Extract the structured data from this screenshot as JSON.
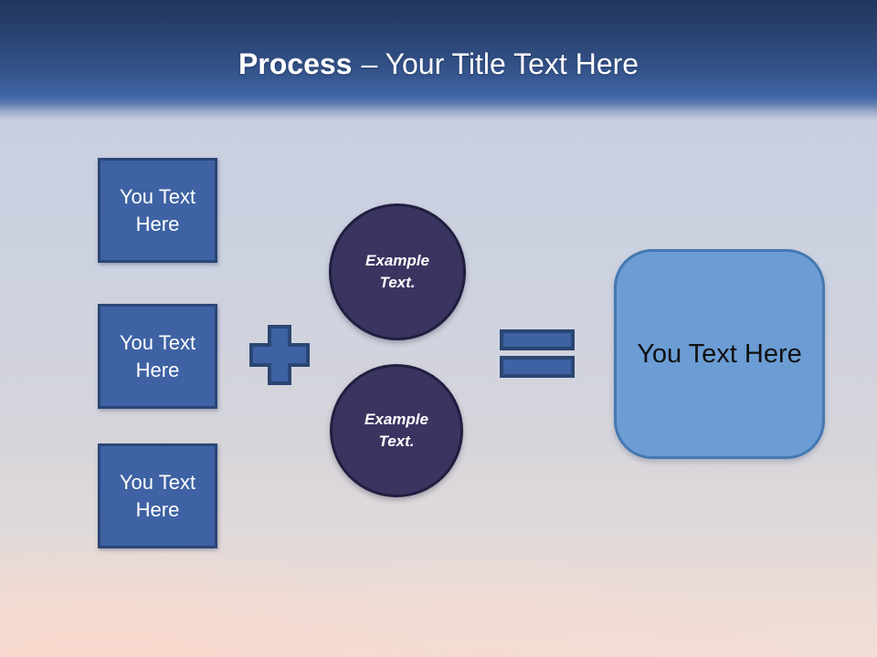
{
  "slide": {
    "title": {
      "bold": "Process",
      "rest": "– Your Title Text Here"
    }
  },
  "input_boxes": [
    {
      "label": "You Text Here"
    },
    {
      "label": "You Text Here"
    },
    {
      "label": "You Text Here"
    }
  ],
  "example_circles": [
    {
      "label": "Example Text."
    },
    {
      "label": "Example Text."
    }
  ],
  "operators": {
    "plus_icon": "plus-sign",
    "equals_icon": "equals-sign"
  },
  "result_box": {
    "label": "You Text Here"
  },
  "colors": {
    "header_top": "#21365e",
    "header_blue": "#3e63a5",
    "title_text": "#ffffff",
    "box_fill": "#3e62a3",
    "box_border": "#2b4677",
    "circle_fill": "#393560",
    "circle_border": "#211e40",
    "result_fill": "#6b9dd4",
    "result_border": "#4478b1",
    "result_text": "#111111",
    "background_top": "#c9cfdf",
    "background_bottom": "#f2ded6"
  }
}
